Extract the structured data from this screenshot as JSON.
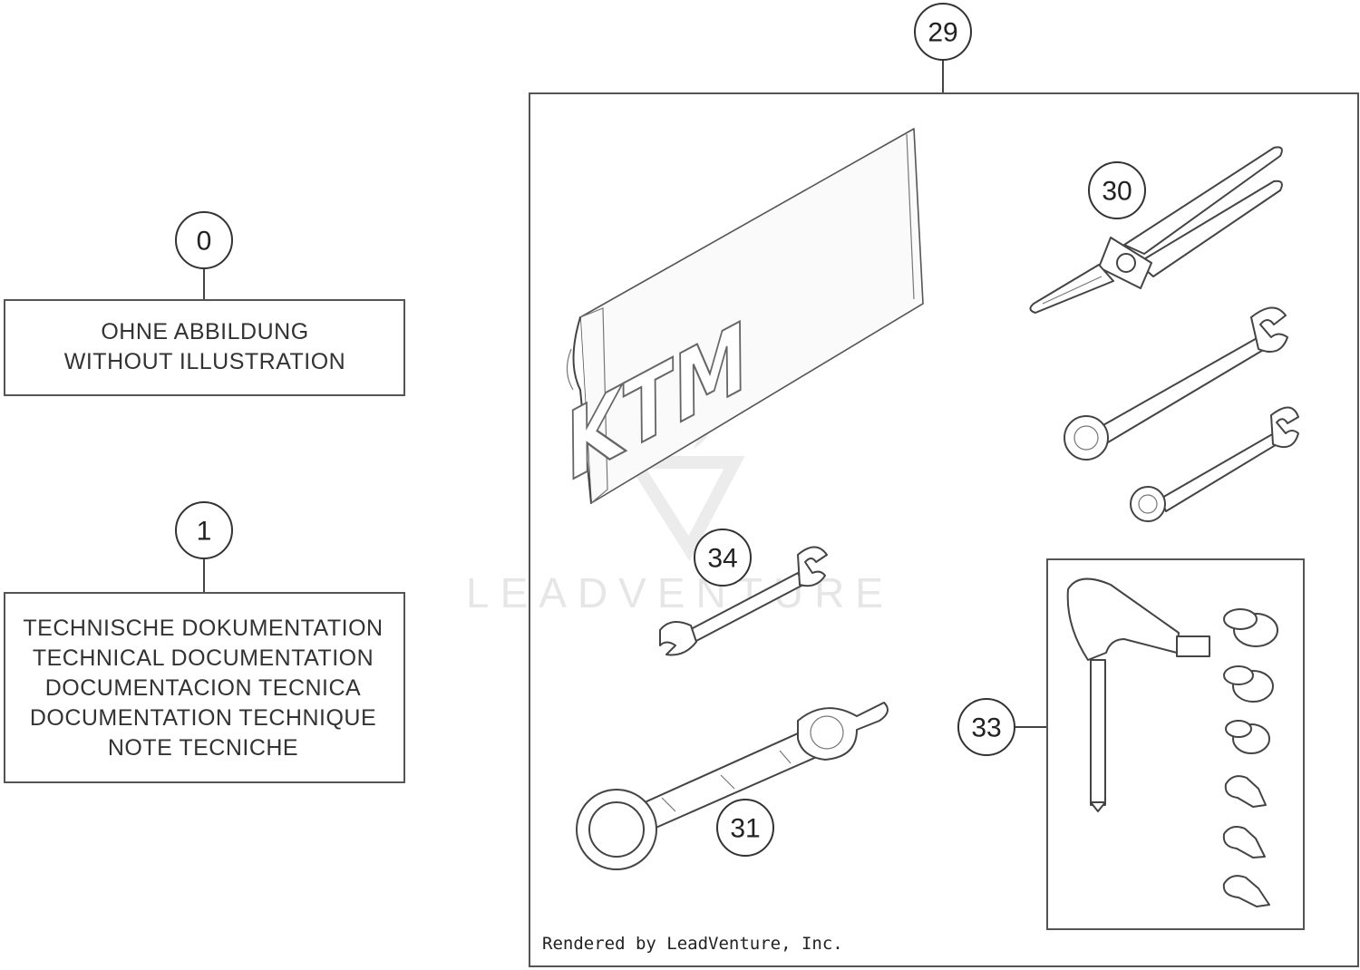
{
  "callouts": {
    "c0": "0",
    "c1": "1",
    "c29": "29",
    "c30": "30",
    "c31": "31",
    "c33": "33",
    "c34": "34"
  },
  "boxes": {
    "without_illustration": [
      "OHNE ABBILDUNG",
      "WITHOUT ILLUSTRATION"
    ],
    "technical_documentation": [
      "TECHNISCHE DOKUMENTATION",
      "TECHNICAL DOCUMENTATION",
      "DOCUMENTACION TECNICA",
      "DOCUMENTATION TECHNIQUE",
      "NOTE TECNICHE"
    ]
  },
  "logo_text": "KTM",
  "watermark": "LEADVENTURE",
  "credit": "Rendered by LeadVenture, Inc.",
  "colors": {
    "line": "#444444",
    "watermark": "#e6e6e6",
    "background": "#ffffff"
  },
  "icons": [
    "tool-bag-icon",
    "pliers-icon",
    "combination-wrench-icon",
    "open-end-wrench-icon",
    "axle-wrench-icon",
    "t-handle-bit-set-icon"
  ]
}
